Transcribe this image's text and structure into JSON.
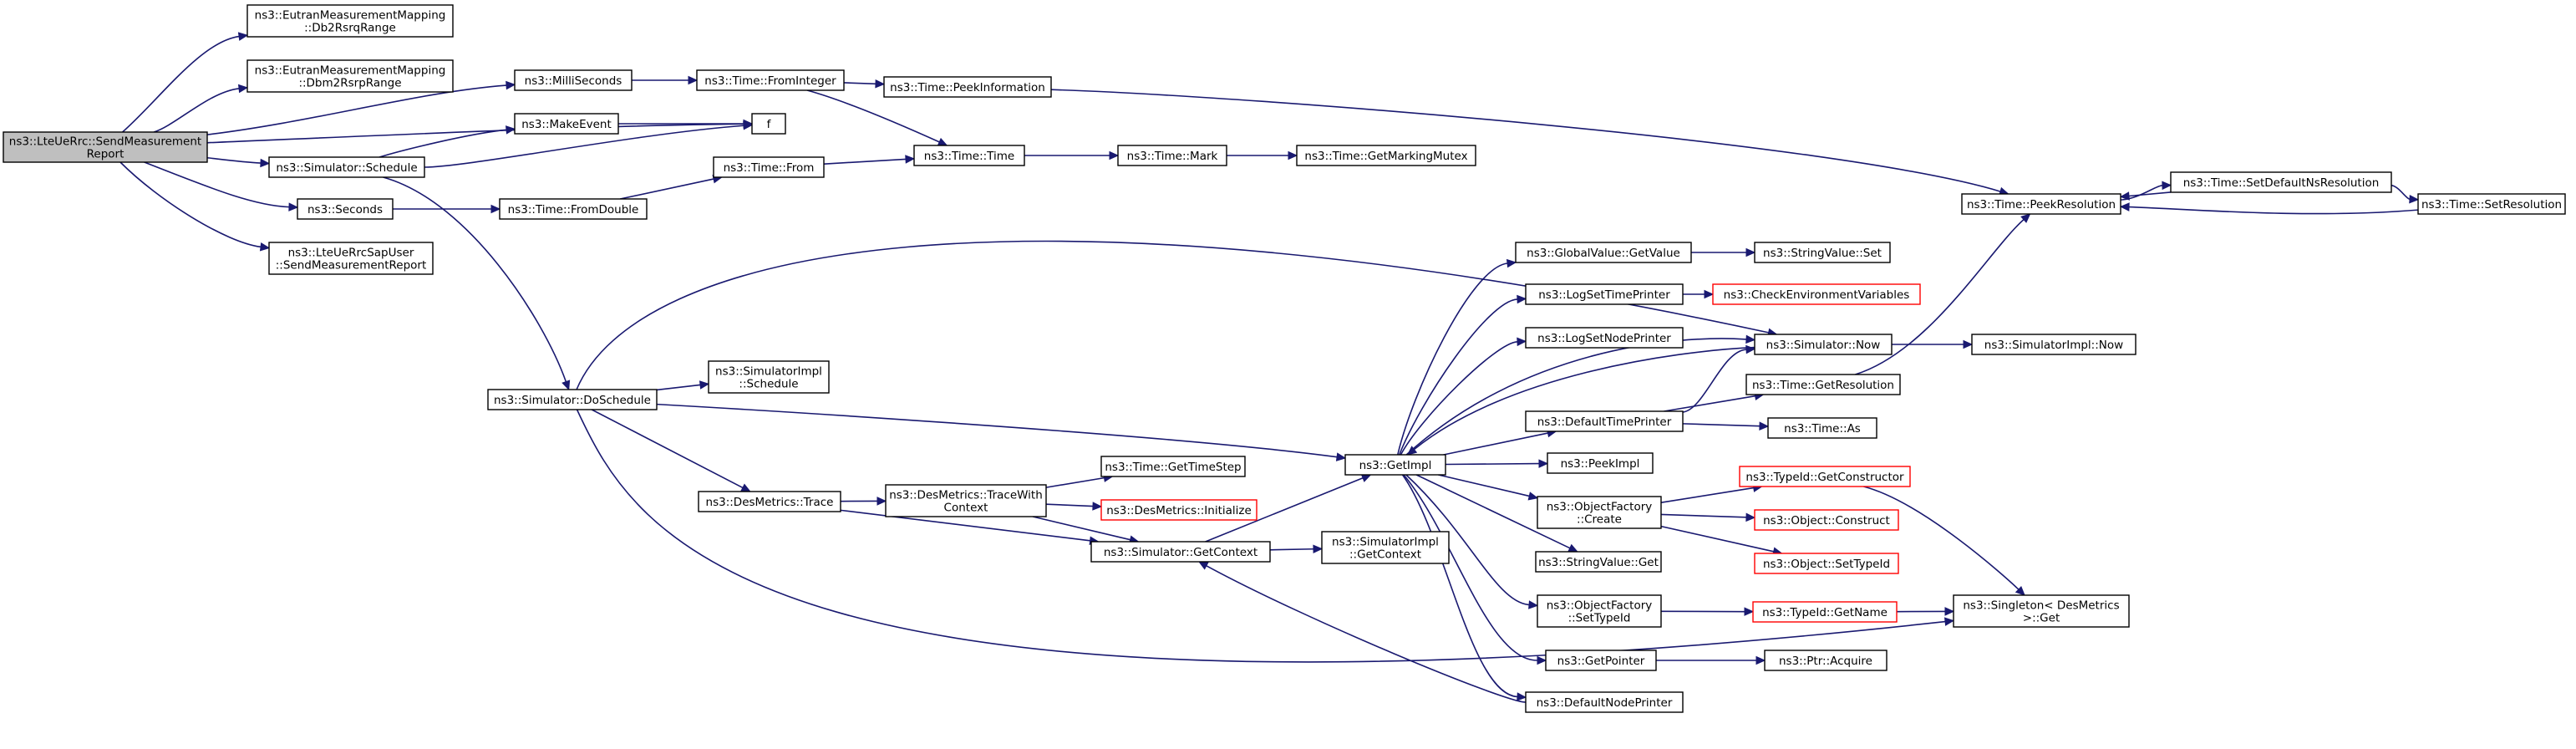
{
  "diagram": {
    "colors": {
      "edge": "#191970",
      "node_border": "#000000",
      "node_border_truncated": "#ff0000",
      "root_fill": "#bfbfbf",
      "node_fill": "#ffffff",
      "text": "#000000"
    },
    "nodes": [
      {
        "id": "root",
        "lines": [
          "ns3::LteUeRrc::SendMeasurement",
          "Report"
        ],
        "style": "root"
      },
      {
        "id": "db2rsrq",
        "lines": [
          "ns3::EutranMeasurementMapping",
          "::Db2RsrqRange"
        ],
        "style": "normal"
      },
      {
        "id": "dbm2rsrp",
        "lines": [
          "ns3::EutranMeasurementMapping",
          "::Dbm2RsrpRange"
        ],
        "style": "normal"
      },
      {
        "id": "milliseconds",
        "lines": [
          "ns3::MilliSeconds"
        ],
        "style": "normal"
      },
      {
        "id": "makeevent",
        "lines": [
          "ns3::MakeEvent"
        ],
        "style": "normal"
      },
      {
        "id": "sim_schedule",
        "lines": [
          "ns3::Simulator::Schedule"
        ],
        "style": "normal"
      },
      {
        "id": "seconds",
        "lines": [
          "ns3::Seconds"
        ],
        "style": "normal"
      },
      {
        "id": "sapuser",
        "lines": [
          "ns3::LteUeRrcSapUser",
          "::SendMeasurementReport"
        ],
        "style": "normal"
      },
      {
        "id": "f",
        "lines": [
          "f"
        ],
        "style": "normal"
      },
      {
        "id": "fromint",
        "lines": [
          "ns3::Time::FromInteger"
        ],
        "style": "normal"
      },
      {
        "id": "peekinfo",
        "lines": [
          "ns3::Time::PeekInformation"
        ],
        "style": "normal"
      },
      {
        "id": "time_time",
        "lines": [
          "ns3::Time::Time"
        ],
        "style": "normal"
      },
      {
        "id": "time_from",
        "lines": [
          "ns3::Time::From"
        ],
        "style": "normal"
      },
      {
        "id": "fromdouble",
        "lines": [
          "ns3::Time::FromDouble"
        ],
        "style": "normal"
      },
      {
        "id": "time_mark",
        "lines": [
          "ns3::Time::Mark"
        ],
        "style": "normal"
      },
      {
        "id": "markingmutex",
        "lines": [
          "ns3::Time::GetMarkingMutex"
        ],
        "style": "normal"
      },
      {
        "id": "peekres",
        "lines": [
          "ns3::Time::PeekResolution"
        ],
        "style": "normal"
      },
      {
        "id": "setdefaultns",
        "lines": [
          "ns3::Time::SetDefaultNsResolution"
        ],
        "style": "normal"
      },
      {
        "id": "setres",
        "lines": [
          "ns3::Time::SetResolution"
        ],
        "style": "normal"
      },
      {
        "id": "doschedule",
        "lines": [
          "ns3::Simulator::DoSchedule"
        ],
        "style": "normal"
      },
      {
        "id": "simimpl_schedule",
        "lines": [
          "ns3::SimulatorImpl",
          "::Schedule"
        ],
        "style": "normal"
      },
      {
        "id": "desmetrics_trace",
        "lines": [
          "ns3::DesMetrics::Trace"
        ],
        "style": "normal"
      },
      {
        "id": "tracewithctx",
        "lines": [
          "ns3::DesMetrics::TraceWith",
          "Context"
        ],
        "style": "normal"
      },
      {
        "id": "gettimestep",
        "lines": [
          "ns3::Time::GetTimeStep"
        ],
        "style": "normal"
      },
      {
        "id": "dm_initialize",
        "lines": [
          "ns3::DesMetrics::Initialize"
        ],
        "style": "truncated"
      },
      {
        "id": "getcontext",
        "lines": [
          "ns3::Simulator::GetContext"
        ],
        "style": "normal"
      },
      {
        "id": "simimpl_getctx",
        "lines": [
          "ns3::SimulatorImpl",
          "::GetContext"
        ],
        "style": "normal"
      },
      {
        "id": "getimpl",
        "lines": [
          "ns3::GetImpl"
        ],
        "style": "normal"
      },
      {
        "id": "gv_getvalue",
        "lines": [
          "ns3::GlobalValue::GetValue"
        ],
        "style": "normal"
      },
      {
        "id": "sv_set",
        "lines": [
          "ns3::StringValue::Set"
        ],
        "style": "normal"
      },
      {
        "id": "logsettime",
        "lines": [
          "ns3::LogSetTimePrinter"
        ],
        "style": "normal"
      },
      {
        "id": "checkenv",
        "lines": [
          "ns3::CheckEnvironmentVariables"
        ],
        "style": "truncated"
      },
      {
        "id": "logsetnode",
        "lines": [
          "ns3::LogSetNodePrinter"
        ],
        "style": "normal"
      },
      {
        "id": "sim_now",
        "lines": [
          "ns3::Simulator::Now"
        ],
        "style": "normal"
      },
      {
        "id": "simimpl_now",
        "lines": [
          "ns3::SimulatorImpl::Now"
        ],
        "style": "normal"
      },
      {
        "id": "defaulttime",
        "lines": [
          "ns3::DefaultTimePrinter"
        ],
        "style": "normal"
      },
      {
        "id": "getres",
        "lines": [
          "ns3::Time::GetResolution"
        ],
        "style": "normal"
      },
      {
        "id": "time_as",
        "lines": [
          "ns3::Time::As"
        ],
        "style": "normal"
      },
      {
        "id": "peekimpl",
        "lines": [
          "ns3::PeekImpl"
        ],
        "style": "normal"
      },
      {
        "id": "of_create",
        "lines": [
          "ns3::ObjectFactory",
          "::Create"
        ],
        "style": "normal"
      },
      {
        "id": "getconstructor",
        "lines": [
          "ns3::TypeId::GetConstructor"
        ],
        "style": "truncated"
      },
      {
        "id": "obj_construct",
        "lines": [
          "ns3::Object::Construct"
        ],
        "style": "truncated"
      },
      {
        "id": "obj_settypeid",
        "lines": [
          "ns3::Object::SetTypeId"
        ],
        "style": "truncated"
      },
      {
        "id": "sv_get",
        "lines": [
          "ns3::StringValue::Get"
        ],
        "style": "normal"
      },
      {
        "id": "of_settypeid",
        "lines": [
          "ns3::ObjectFactory",
          "::SetTypeId"
        ],
        "style": "normal"
      },
      {
        "id": "getname",
        "lines": [
          "ns3::TypeId::GetName"
        ],
        "style": "truncated"
      },
      {
        "id": "singleton",
        "lines": [
          "ns3::Singleton< DesMetrics",
          " >::Get"
        ],
        "style": "normal"
      },
      {
        "id": "getpointer",
        "lines": [
          "ns3::GetPointer"
        ],
        "style": "normal"
      },
      {
        "id": "ptr_acquire",
        "lines": [
          "ns3::Ptr::Acquire"
        ],
        "style": "normal"
      },
      {
        "id": "defaultnode",
        "lines": [
          "ns3::DefaultNodePrinter"
        ],
        "style": "normal"
      }
    ],
    "edges": [
      {
        "from": "root",
        "to": "db2rsrq"
      },
      {
        "from": "root",
        "to": "dbm2rsrp"
      },
      {
        "from": "root",
        "to": "milliseconds"
      },
      {
        "from": "root",
        "to": "f"
      },
      {
        "from": "root",
        "to": "sim_schedule"
      },
      {
        "from": "root",
        "to": "seconds"
      },
      {
        "from": "root",
        "to": "sapuser"
      },
      {
        "from": "milliseconds",
        "to": "fromint"
      },
      {
        "from": "fromint",
        "to": "peekinfo"
      },
      {
        "from": "fromint",
        "to": "time_time"
      },
      {
        "from": "peekinfo",
        "to": "peekres"
      },
      {
        "from": "sim_schedule",
        "to": "makeevent"
      },
      {
        "from": "sim_schedule",
        "to": "f"
      },
      {
        "from": "sim_schedule",
        "to": "doschedule"
      },
      {
        "from": "makeevent",
        "to": "f"
      },
      {
        "from": "seconds",
        "to": "fromdouble"
      },
      {
        "from": "fromdouble",
        "to": "time_from"
      },
      {
        "from": "time_from",
        "to": "time_time"
      },
      {
        "from": "time_time",
        "to": "time_mark"
      },
      {
        "from": "time_mark",
        "to": "markingmutex"
      },
      {
        "from": "setdefaultns",
        "to": "peekres"
      },
      {
        "from": "peekres",
        "to": "setdefaultns"
      },
      {
        "from": "setdefaultns",
        "to": "setres"
      },
      {
        "from": "setres",
        "to": "peekres"
      },
      {
        "from": "doschedule",
        "to": "simimpl_schedule"
      },
      {
        "from": "doschedule",
        "to": "desmetrics_trace"
      },
      {
        "from": "doschedule",
        "to": "getimpl"
      },
      {
        "from": "doschedule",
        "to": "sim_now"
      },
      {
        "from": "doschedule",
        "to": "singleton"
      },
      {
        "from": "desmetrics_trace",
        "to": "tracewithctx"
      },
      {
        "from": "desmetrics_trace",
        "to": "getcontext"
      },
      {
        "from": "tracewithctx",
        "to": "gettimestep"
      },
      {
        "from": "tracewithctx",
        "to": "dm_initialize"
      },
      {
        "from": "tracewithctx",
        "to": "getcontext"
      },
      {
        "from": "getcontext",
        "to": "getimpl"
      },
      {
        "from": "getcontext",
        "to": "simimpl_getctx"
      },
      {
        "from": "getimpl",
        "to": "gv_getvalue"
      },
      {
        "from": "getimpl",
        "to": "logsettime"
      },
      {
        "from": "getimpl",
        "to": "logsetnode"
      },
      {
        "from": "getimpl",
        "to": "sim_now"
      },
      {
        "from": "getimpl",
        "to": "defaulttime"
      },
      {
        "from": "getimpl",
        "to": "peekimpl"
      },
      {
        "from": "getimpl",
        "to": "of_create"
      },
      {
        "from": "getimpl",
        "to": "sv_get"
      },
      {
        "from": "getimpl",
        "to": "of_settypeid"
      },
      {
        "from": "getimpl",
        "to": "getpointer"
      },
      {
        "from": "getimpl",
        "to": "defaultnode"
      },
      {
        "from": "defaultnode",
        "to": "getcontext"
      },
      {
        "from": "sim_now",
        "to": "getimpl"
      },
      {
        "from": "gv_getvalue",
        "to": "sv_set"
      },
      {
        "from": "logsettime",
        "to": "checkenv"
      },
      {
        "from": "sim_now",
        "to": "simimpl_now"
      },
      {
        "from": "defaulttime",
        "to": "sim_now"
      },
      {
        "from": "defaulttime",
        "to": "getres"
      },
      {
        "from": "defaulttime",
        "to": "time_as"
      },
      {
        "from": "getres",
        "to": "peekres"
      },
      {
        "from": "of_create",
        "to": "getconstructor"
      },
      {
        "from": "of_create",
        "to": "obj_construct"
      },
      {
        "from": "of_create",
        "to": "obj_settypeid"
      },
      {
        "from": "getconstructor",
        "to": "singleton"
      },
      {
        "from": "of_settypeid",
        "to": "getname"
      },
      {
        "from": "getname",
        "to": "singleton"
      },
      {
        "from": "getpointer",
        "to": "ptr_acquire"
      }
    ]
  }
}
